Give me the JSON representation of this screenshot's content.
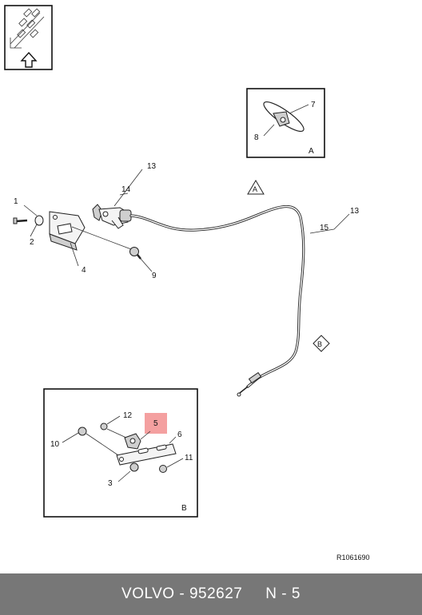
{
  "diagram": {
    "callouts": {
      "c1": "1",
      "c2": "2",
      "c4": "4",
      "c9": "9",
      "c13a": "13",
      "c14": "14",
      "c13b": "13",
      "c15": "15",
      "c7": "7",
      "c8": "8",
      "c12": "12",
      "c5": "5",
      "c6": "6",
      "c10": "10",
      "c11": "11",
      "c3": "3"
    },
    "views": {
      "view_a": "A",
      "view_b": "B"
    },
    "reference_code": "R1061690"
  },
  "highlight_color": "#f4a0a0",
  "footer": {
    "brand": "VOLVO",
    "separator": " - ",
    "part_number": "952627",
    "position_label": "N - 5"
  }
}
